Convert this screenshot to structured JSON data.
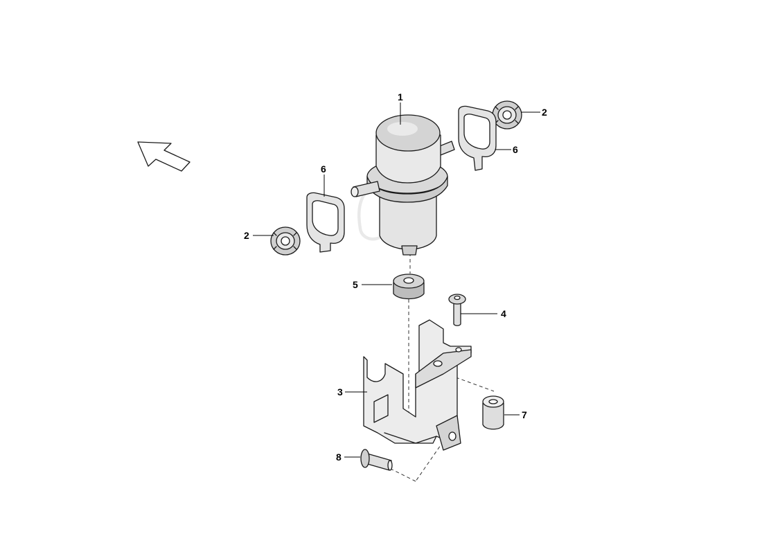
{
  "labels": {
    "l1": "1",
    "l2a": "2",
    "l2b": "2",
    "l3": "3",
    "l4": "4",
    "l5": "5",
    "l6a": "6",
    "l6b": "6",
    "l7": "7",
    "l8": "8"
  },
  "colors": {
    "line": "#1a1a1a",
    "part_light": "#e9e9e9",
    "part_mid": "#d6d6d6",
    "part_dark": "#b8b8b8"
  }
}
